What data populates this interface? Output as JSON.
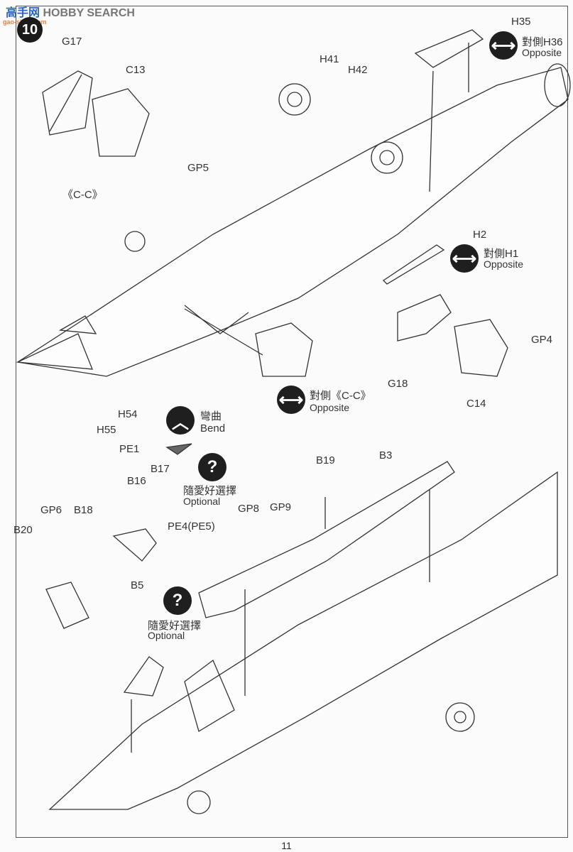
{
  "watermark": {
    "logo_text": "高手网",
    "brand": "HOBBY SEARCH",
    "url": "gao-shou.com"
  },
  "step_number": "10",
  "page_number": "11",
  "labels": {
    "g17": "G17",
    "c13": "C13",
    "gp5": "GP5",
    "cc": "《C-C》",
    "h41": "H41",
    "h42": "H42",
    "h35": "H35",
    "opp_h36": "對側H36",
    "opp_h36_en": "Opposite",
    "h2": "H2",
    "opp_h1": "對側H1",
    "opp_h1_en": "Opposite",
    "g18": "G18",
    "c14": "C14",
    "gp4": "GP4",
    "opp_cc": "對側《C-C》",
    "opp_cc_en": "Opposite",
    "h54": "H54",
    "h55": "H55",
    "bend_zh": "彎曲",
    "bend_en": "Bend",
    "pe1": "PE1",
    "b17": "B17",
    "b16": "B16",
    "opt1_zh": "隨愛好選擇",
    "opt1_en": "Optional",
    "pe4": "PE4(PE5)",
    "b5": "B5",
    "gp6": "GP6",
    "b18": "B18",
    "b20": "B20",
    "opt2_zh": "隨愛好選擇",
    "opt2_en": "Optional",
    "b19": "B19",
    "b3": "B3",
    "gp8": "GP8",
    "gp9": "GP9"
  },
  "icons": {
    "opposite": "double-arrow-icon",
    "optional": "question-mark-icon",
    "bend": "chevron-up-icon"
  }
}
